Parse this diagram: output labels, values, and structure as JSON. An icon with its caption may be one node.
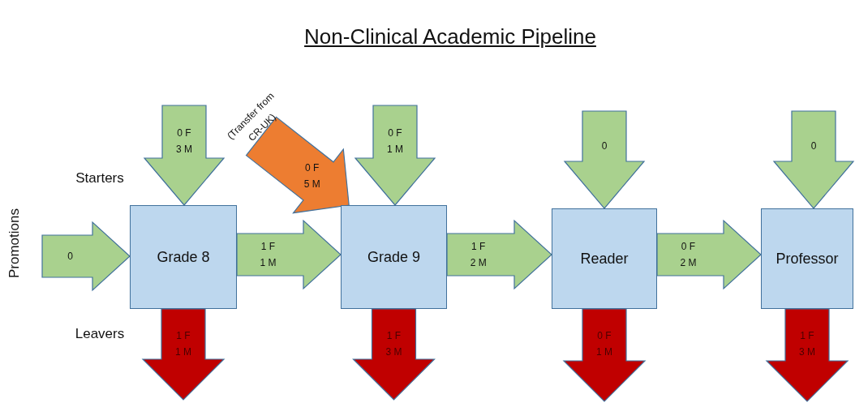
{
  "diagram": {
    "title": "Non-Clinical Academic Pipeline",
    "nodes": [
      {
        "text": [
          "Grade 8"
        ]
      },
      {
        "text": [
          "Grade 9"
        ]
      },
      {
        "text": [
          "Reader"
        ]
      },
      {
        "text": [
          "Professor"
        ]
      }
    ],
    "edges": [
      {
        "from": null,
        "to": 0,
        "arrow": "to",
        "label": "0"
      },
      {
        "from": 0,
        "to": 1,
        "arrow": "to",
        "label": "1 F 1 M"
      },
      {
        "from": 1,
        "to": 2,
        "arrow": "to",
        "label": "1 F 2 M"
      },
      {
        "from": 2,
        "to": 3,
        "arrow": "to",
        "label": "0 F 2 M"
      },
      {
        "from": null,
        "to": 0,
        "arrow": "to",
        "label": "0 F 3 M"
      },
      {
        "from": null,
        "to": 1,
        "arrow": "to",
        "label": "0 F 5 M",
        "color": "#ed7d31"
      },
      {
        "from": null,
        "to": 1,
        "arrow": "to",
        "label": "0 F 1 M"
      },
      {
        "from": null,
        "to": 2,
        "arrow": "to",
        "label": "0"
      },
      {
        "from": null,
        "to": 3,
        "arrow": "to",
        "label": "0"
      },
      {
        "from": 0,
        "to": null,
        "arrow": "to",
        "label": "1 F 1 M",
        "color": "#c00000"
      },
      {
        "from": 1,
        "to": null,
        "arrow": "to",
        "label": "1 F 3 M",
        "color": "#c00000"
      },
      {
        "from": 2,
        "to": null,
        "arrow": "to",
        "label": "0 F 1 M",
        "color": "#c00000"
      },
      {
        "from": 3,
        "to": null,
        "arrow": "to",
        "label": "1 F 3 M",
        "color": "#c00000"
      }
    ],
    "labels": [
      "(Transfer from CR-UK)",
      "Starters",
      "Promotions",
      "Leavers"
    ]
  }
}
